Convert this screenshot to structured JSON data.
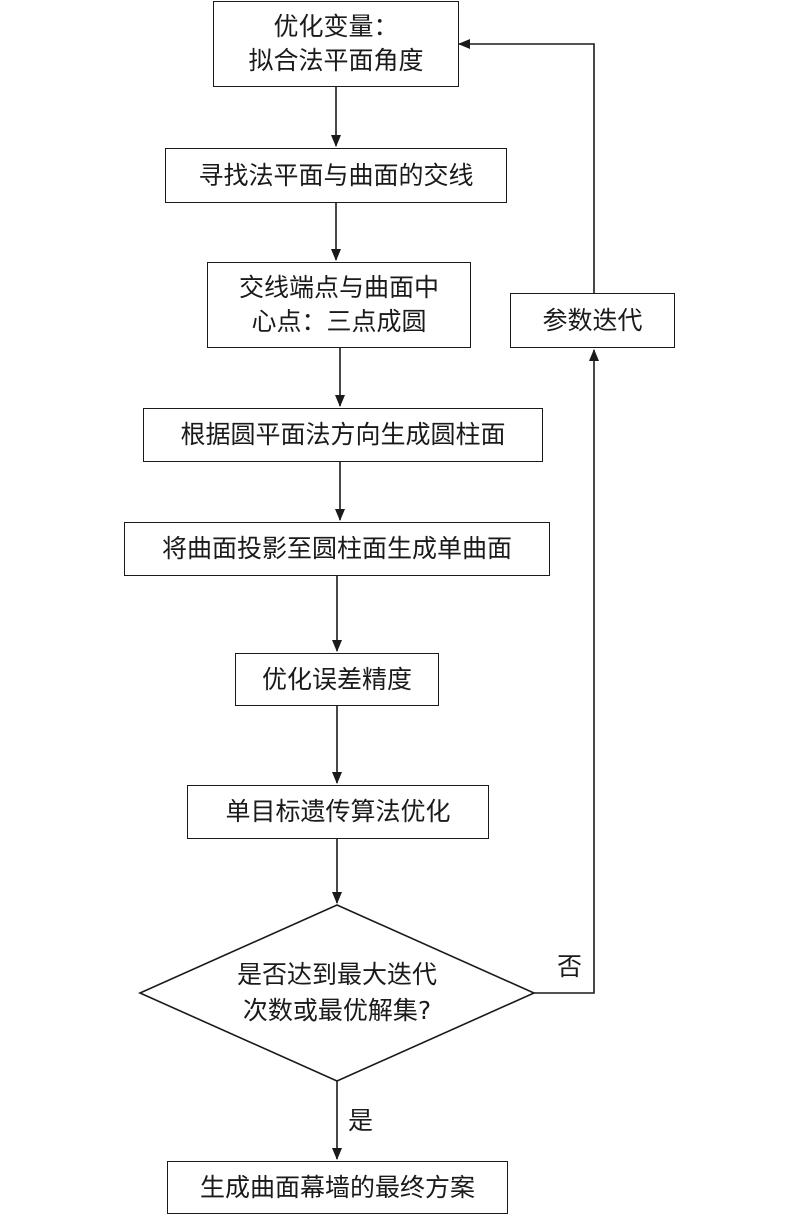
{
  "steps": {
    "optimize_vars": {
      "line1": "优化变量：",
      "line2": "拟合法平面角度"
    },
    "find_intersection": {
      "label": "寻找法平面与曲面的交线"
    },
    "three_points_circle": {
      "line1": "交线端点与曲面中",
      "line2": "心点：三点成圆"
    },
    "generate_cylinder": {
      "label": "根据圆平面法方向生成圆柱面"
    },
    "project_surface": {
      "label": "将曲面投影至圆柱面生成单曲面"
    },
    "optimize_error": {
      "label": "优化误差精度"
    },
    "genetic_algorithm": {
      "label": "单目标遗传算法优化"
    },
    "iterate_params": {
      "label": "参数迭代"
    },
    "final_plan": {
      "label": "生成曲面幕墙的最终方案"
    }
  },
  "decision": {
    "line1": "是否达到最大迭代",
    "line2": "次数或最优解集?",
    "no_label": "否",
    "yes_label": "是"
  }
}
